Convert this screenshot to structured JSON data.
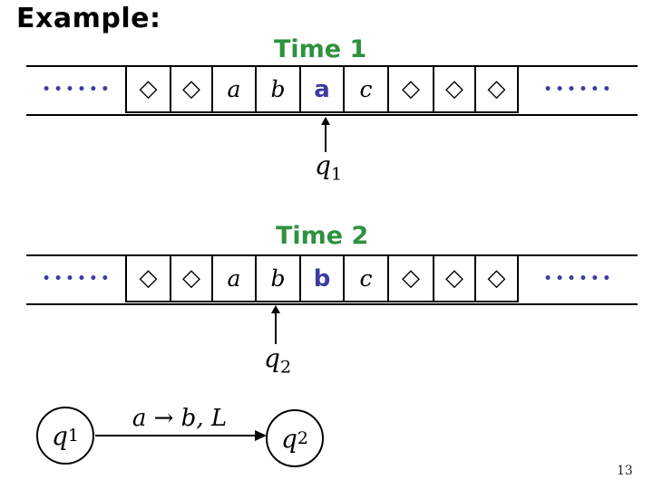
{
  "slide": {
    "title": "Example:",
    "page_number": "13"
  },
  "colors": {
    "green": "#2e9140",
    "blue": "#3c3ca0"
  },
  "tapes": [
    {
      "label": "Time 1",
      "dots_left": "••••••",
      "dots_right": "••••••",
      "cells": [
        {
          "symbol": "◇"
        },
        {
          "symbol": "◇"
        },
        {
          "symbol": "a"
        },
        {
          "symbol": "b"
        },
        {
          "symbol": "a"
        },
        {
          "symbol": "c"
        },
        {
          "symbol": "◇"
        },
        {
          "symbol": "◇"
        },
        {
          "symbol": "◇"
        }
      ],
      "head_state": {
        "base": "q",
        "sub": "1"
      }
    },
    {
      "label": "Time 2",
      "dots_left": "••••••",
      "dots_right": "••••••",
      "cells": [
        {
          "symbol": "◇"
        },
        {
          "symbol": "◇"
        },
        {
          "symbol": "a"
        },
        {
          "symbol": "b"
        },
        {
          "symbol": "b"
        },
        {
          "symbol": "c"
        },
        {
          "symbol": "◇"
        },
        {
          "symbol": "◇"
        },
        {
          "symbol": "◇"
        }
      ],
      "head_state": {
        "base": "q",
        "sub": "2"
      }
    }
  ],
  "state_diagram": {
    "from_state": {
      "base": "q",
      "sub": "1"
    },
    "to_state": {
      "base": "q",
      "sub": "2"
    },
    "transition_label": "a → b, L"
  }
}
